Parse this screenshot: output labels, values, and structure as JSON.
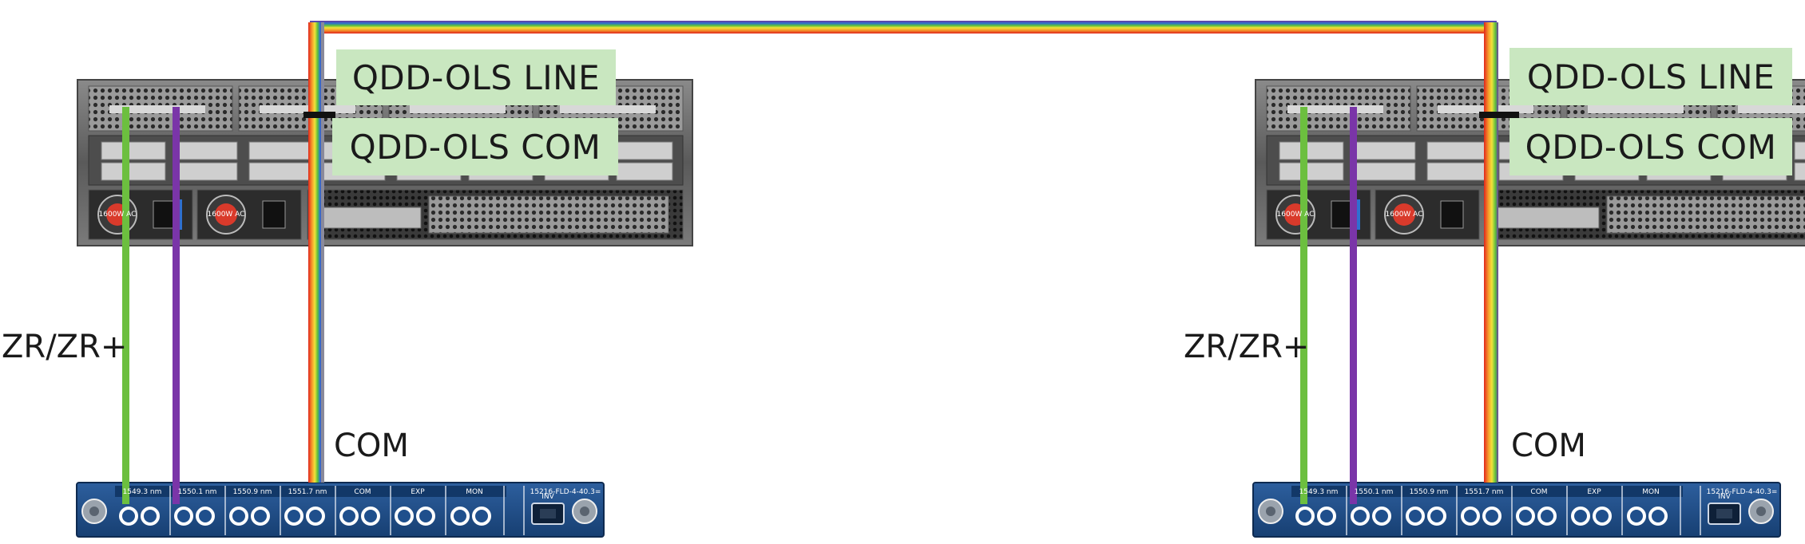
{
  "labels": {
    "ols_line": "QDD-OLS LINE",
    "ols_com": "QDD-OLS COM",
    "zr": "ZR/ZR+",
    "com": "COM"
  },
  "module": {
    "port_labels": [
      "1549.3 nm",
      "1550.1 nm",
      "1550.9 nm",
      "1551.7 nm",
      "COM",
      "EXP",
      "MON"
    ],
    "inv_label": "INV",
    "part_number": "15216-FLD-4-40.3="
  },
  "psu": {
    "rating": "1600W AC"
  },
  "colors": {
    "fiber_green": "#6cbf3f",
    "fiber_purple": "#7a35a8",
    "label_fill": "#c9e7c0",
    "module_blue": "#1f4f8c",
    "chassis_gray": "#6d6d6d"
  }
}
